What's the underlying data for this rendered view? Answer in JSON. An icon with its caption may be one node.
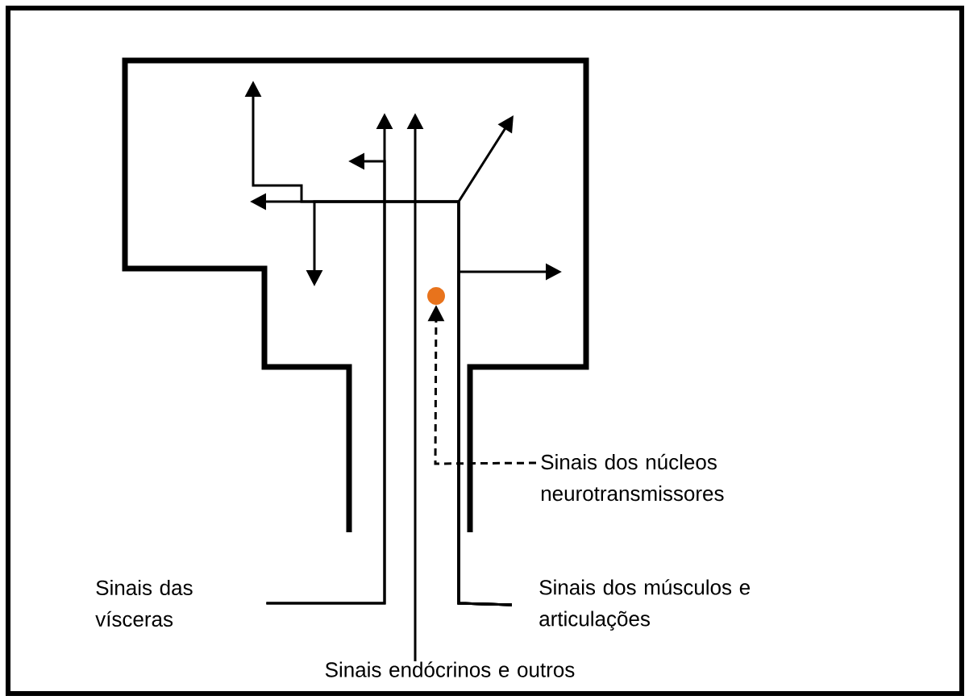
{
  "diagram": {
    "nodes": [
      {
        "text": [
          "Sinais das vísceras"
        ]
      },
      {
        "text": [
          "Sinais endócrinos e outros"
        ]
      },
      {
        "text": [
          "Sinais dos músculos e articulações"
        ]
      },
      {
        "text": [
          "Sinais dos núcleos neurotransmissores"
        ]
      },
      {
        "text": [],
        "shape": "circle"
      }
    ],
    "edges": [
      {
        "from": 0,
        "to": null,
        "arrow": "to"
      },
      {
        "from": 0,
        "to": null,
        "arrow": "to"
      },
      {
        "from": 1,
        "to": null,
        "arrow": "to"
      },
      {
        "from": 2,
        "to": null,
        "arrow": "to"
      },
      {
        "from": 2,
        "to": null,
        "arrow": "to"
      },
      {
        "from": 2,
        "to": null,
        "arrow": "to"
      },
      {
        "from": 2,
        "to": null,
        "arrow": "to"
      },
      {
        "from": 2,
        "to": null,
        "arrow": "to"
      },
      {
        "from": 3,
        "to": 4,
        "arrow": "to",
        "style": "dashed"
      }
    ]
  }
}
